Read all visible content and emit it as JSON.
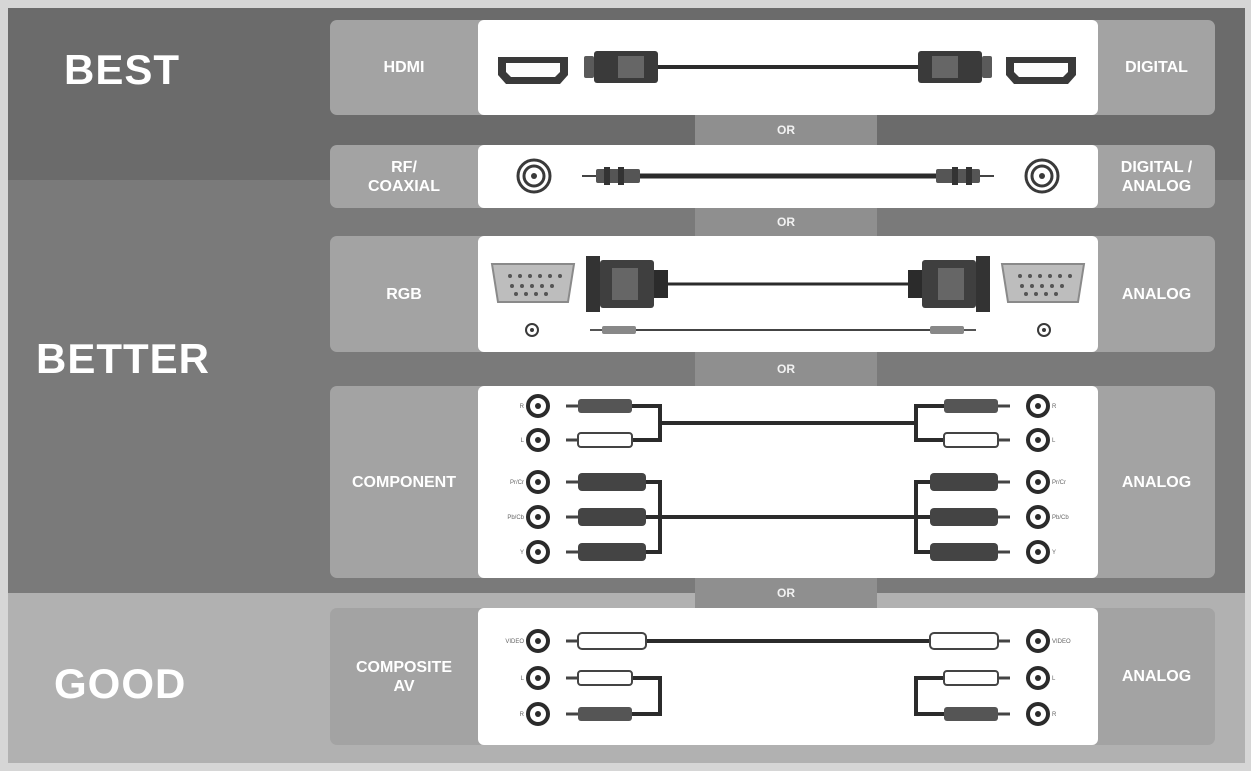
{
  "tiers": {
    "best": "BEST",
    "better": "BETTER",
    "good": "GOOD"
  },
  "separator": "OR",
  "connections": [
    {
      "name": "HDMI",
      "type": "DIGITAL",
      "icon": "hdmi-cable-icon"
    },
    {
      "name": "RF/\nCOAXIAL",
      "type": "DIGITAL /\nANALOG",
      "icon": "coaxial-cable-icon"
    },
    {
      "name": "RGB",
      "type": "ANALOG",
      "icon": "vga-cable-icon"
    },
    {
      "name": "COMPONENT",
      "type": "ANALOG",
      "icon": "component-cable-icon",
      "ports": [
        "R",
        "L",
        "Pr/Cr",
        "Pb/Cb",
        "Y"
      ]
    },
    {
      "name": "COMPOSITE\nAV",
      "type": "ANALOG",
      "icon": "composite-cable-icon",
      "ports": [
        "VIDEO",
        "L",
        "R"
      ]
    }
  ],
  "colors": {
    "best": "#6b6b6b",
    "better": "#7a7a7a",
    "good": "#b1b1b1",
    "row": "#a3a3a3",
    "separator": "#8f8f8f"
  }
}
